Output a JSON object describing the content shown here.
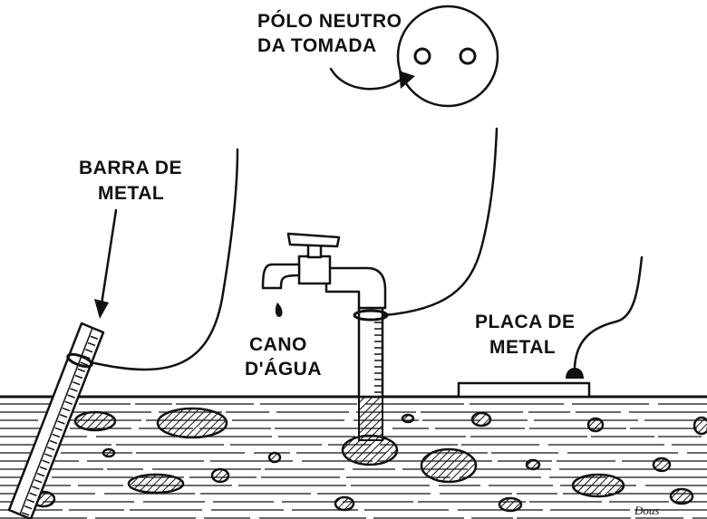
{
  "labels": {
    "outlet_label_line1": "PÓLO NEUTRO",
    "outlet_label_line2": "DA TOMADA",
    "bar_label_line1": "BARRA DE",
    "bar_label_line2": "METAL",
    "pipe_label_line1": "CANO",
    "pipe_label_line2": "D'ÁGUA",
    "plate_label_line1": "PLACA DE",
    "plate_label_line2": "METAL"
  },
  "signature": "Dous",
  "colors": {
    "ink": "#111111",
    "background": "#ffffff"
  }
}
